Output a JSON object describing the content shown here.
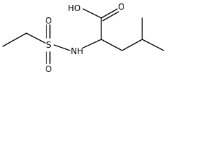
{
  "molecule": {
    "labels": {
      "carboxyl_oh": "HO",
      "carbonyl_o": "O",
      "sulfur": "S",
      "sulfonyl_o_top": "O",
      "sulfonyl_o_bottom": "O",
      "amine_nh": "NH"
    }
  }
}
